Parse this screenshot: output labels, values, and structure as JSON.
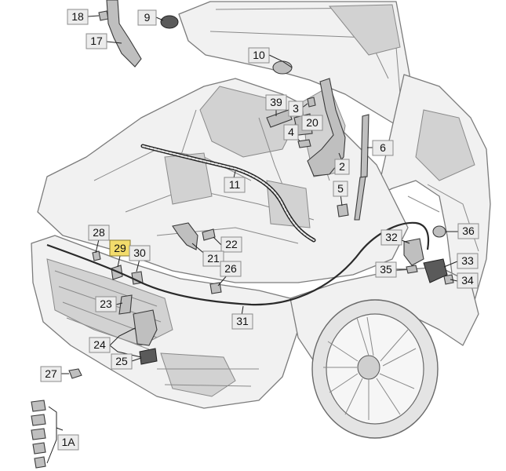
{
  "callouts": [
    {
      "id": "c18",
      "label": "18"
    },
    {
      "id": "c9",
      "label": "9"
    },
    {
      "id": "c17",
      "label": "17"
    },
    {
      "id": "c10",
      "label": "10"
    },
    {
      "id": "c39",
      "label": "39"
    },
    {
      "id": "c3",
      "label": "3"
    },
    {
      "id": "c20",
      "label": "20"
    },
    {
      "id": "c4",
      "label": "4"
    },
    {
      "id": "c6",
      "label": "6"
    },
    {
      "id": "c2",
      "label": "2"
    },
    {
      "id": "c11",
      "label": "11"
    },
    {
      "id": "c5",
      "label": "5"
    },
    {
      "id": "c28",
      "label": "28"
    },
    {
      "id": "c29",
      "label": "29"
    },
    {
      "id": "c30",
      "label": "30"
    },
    {
      "id": "c22",
      "label": "22"
    },
    {
      "id": "c21",
      "label": "21"
    },
    {
      "id": "c26",
      "label": "26"
    },
    {
      "id": "c32",
      "label": "32"
    },
    {
      "id": "c36",
      "label": "36"
    },
    {
      "id": "c33",
      "label": "33"
    },
    {
      "id": "c35",
      "label": "35"
    },
    {
      "id": "c34",
      "label": "34"
    },
    {
      "id": "c23",
      "label": "23"
    },
    {
      "id": "c31",
      "label": "31"
    },
    {
      "id": "c24",
      "label": "24"
    },
    {
      "id": "c25",
      "label": "25"
    },
    {
      "id": "c27",
      "label": "27"
    },
    {
      "id": "c1A",
      "label": "1A"
    }
  ],
  "highlighted_part": "29",
  "colors": {
    "highlight": "#f3dc6c",
    "callout_box": "#ececec",
    "line_art": "#7c7c7c"
  }
}
